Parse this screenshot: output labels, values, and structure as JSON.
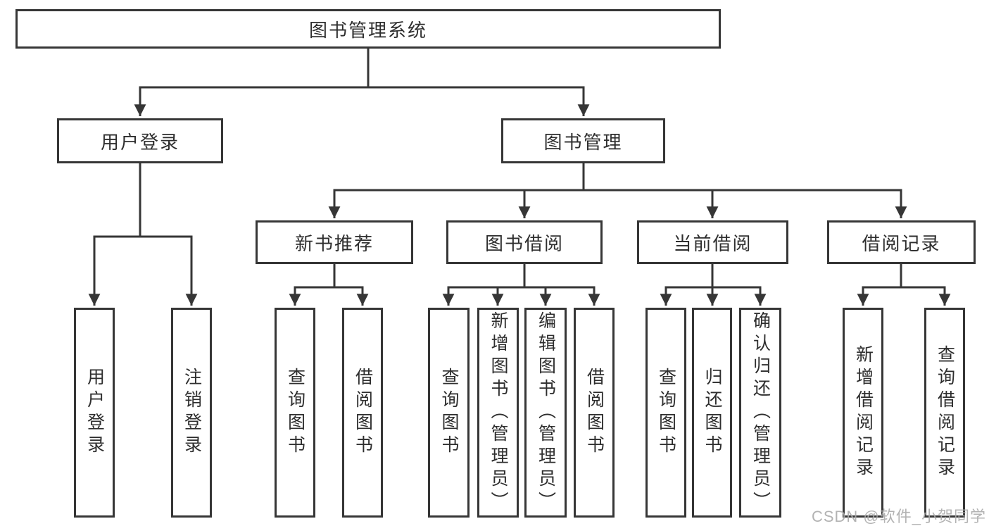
{
  "tree": {
    "label": "图书管理系统",
    "children": [
      {
        "label": "用户登录",
        "children": [
          {
            "label": "用户登录"
          },
          {
            "label": "注销登录"
          }
        ]
      },
      {
        "label": "图书管理",
        "children": [
          {
            "label": "新书推荐",
            "children": [
              {
                "label": "查询图书"
              },
              {
                "label": "借阅图书"
              }
            ]
          },
          {
            "label": "图书借阅",
            "children": [
              {
                "label": "查询图书"
              },
              {
                "label": "新增图书（管理员）"
              },
              {
                "label": "编辑图书（管理员）"
              },
              {
                "label": "借阅图书"
              }
            ]
          },
          {
            "label": "当前借阅",
            "children": [
              {
                "label": "查询图书"
              },
              {
                "label": "归还图书"
              },
              {
                "label": "确认归还（管理员）"
              }
            ]
          },
          {
            "label": "借阅记录",
            "children": [
              {
                "label": "新增借阅记录"
              },
              {
                "label": "查询借阅记录"
              }
            ]
          }
        ]
      }
    ]
  },
  "watermark": {
    "text": "CSDN @软件_小贺同学"
  },
  "colors": {
    "line": "#363636",
    "text": "#2e2e2e",
    "watermark": "#ababab",
    "background": "#ffffff"
  }
}
